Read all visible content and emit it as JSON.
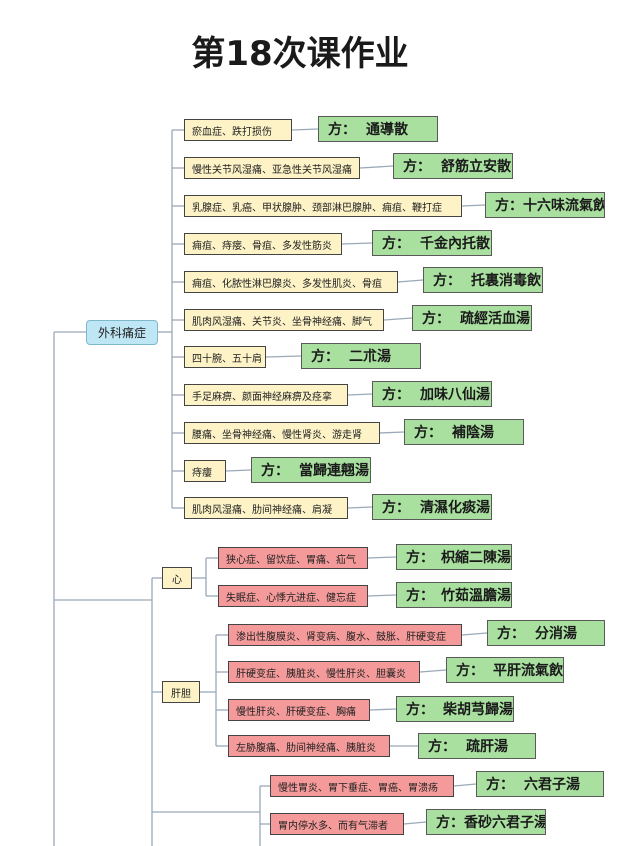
{
  "title": "第18次课作业",
  "root": {
    "label": "外科痛症"
  },
  "rx_prefix": "方：",
  "surgery": [
    {
      "symptom": "瘀血症、跌打损伤",
      "rx": "通導散"
    },
    {
      "symptom": "慢性关节风湿痛、亚急性关节风湿痛",
      "rx": "舒筋立安散"
    },
    {
      "symptom": "乳腺症、乳癌、甲状腺肿、颈部淋巴腺肿、痈疽、鞭打症",
      "rx": "十六味流氣飲"
    },
    {
      "symptom": "痈疽、痔瘘、骨疽、多发性筋炎",
      "rx": "千金內托散"
    },
    {
      "symptom": "痈疽、化脓性淋巴腺炎、多发性肌炎、骨疽",
      "rx": "托裏消毒飲"
    },
    {
      "symptom": "肌肉风湿痛、关节炎、坐骨神经痛、脚气",
      "rx": "疏經活血湯"
    },
    {
      "symptom": "四十腕、五十肩",
      "rx": "二朮湯"
    },
    {
      "symptom": "手足麻痹、颜面神经麻痹及痉挛",
      "rx": "加味八仙湯"
    },
    {
      "symptom": "腰痛、坐骨神经痛、慢性肾炎、游走肾",
      "rx": "補陰湯"
    },
    {
      "symptom": "痔瘻",
      "rx": "當歸連翹湯"
    },
    {
      "symptom": "肌肉风湿痛、肋间神经痛、肩凝",
      "rx": "清濕化痰湯"
    }
  ],
  "heart": {
    "label": "心",
    "items": [
      {
        "symptom": "狭心症、留饮症、胃痛、疝气",
        "rx": "枳縮二陳湯"
      },
      {
        "symptom": "失眠症、心悸亢进症、健忘症",
        "rx": "竹茹溫膽湯"
      }
    ]
  },
  "liver": {
    "label": "肝胆",
    "items": [
      {
        "symptom": "渗出性腹膜炎、肾变病、腹水、鼓胀、肝硬变症",
        "rx": "分消湯"
      },
      {
        "symptom": "肝硬变症、胰脏炎、慢性肝炎、胆囊炎",
        "rx": "平肝流氣飲"
      },
      {
        "symptom": "慢性肝炎、肝硬变症、胸痛",
        "rx": "柴胡芎歸湯"
      },
      {
        "symptom": "左胁腹痛、肋间神经痛、胰脏炎",
        "rx": "疏肝湯"
      }
    ]
  },
  "stomach": {
    "items": [
      {
        "symptom": "慢性胃炎、胃下垂症、胃癌、胃溃疡",
        "rx": "六君子湯"
      },
      {
        "symptom": "胃内停水多、而有气滞者",
        "rx": "香砂六君子湯"
      }
    ]
  }
}
